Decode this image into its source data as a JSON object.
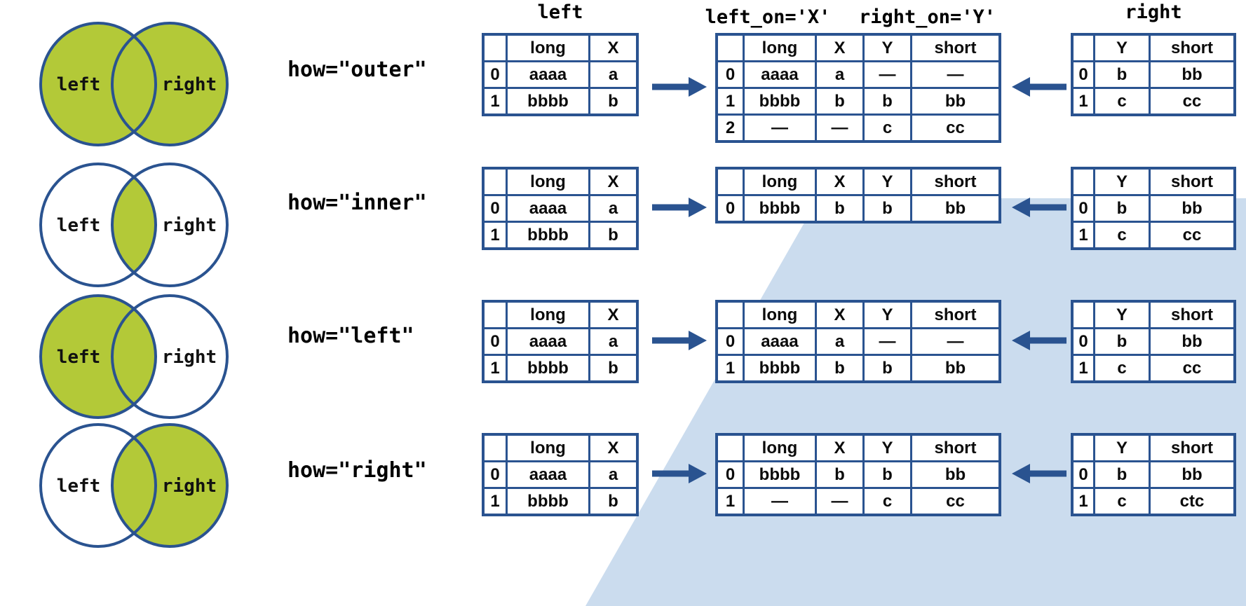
{
  "palette": {
    "navy": "#2a5390",
    "blue": "#5b9ad3",
    "green": "#b3c938",
    "band": "#cbdcee",
    "white": "#ffffff"
  },
  "titles": {
    "left_table": "left",
    "merged_left": "left_on='X'",
    "merged_right": "right_on='Y'",
    "right_table": "right"
  },
  "rows": [
    {
      "label": "how=\"outer\"",
      "venn": {
        "left_label": "left",
        "right_label": "right",
        "left_fill": true,
        "right_fill": true,
        "intersection_fill": true
      },
      "left_table": {
        "headers": [
          "",
          "long",
          "X"
        ],
        "rows": [
          [
            "0",
            "aaaa",
            "a"
          ],
          [
            "1",
            "bbbb",
            "b"
          ]
        ],
        "fills": [
          [
            "white",
            "blue",
            "blue"
          ],
          [
            "white",
            "blue",
            "blue"
          ]
        ]
      },
      "merged_table": {
        "headers": [
          "",
          "long",
          "X",
          "Y",
          "short"
        ],
        "rows": [
          [
            "0",
            "aaaa",
            "a",
            "—",
            "—"
          ],
          [
            "1",
            "bbbb",
            "b",
            "b",
            "bb"
          ],
          [
            "2",
            "—",
            "—",
            "c",
            "cc"
          ]
        ],
        "fills": [
          [
            "white",
            "blue",
            "blue",
            "white",
            "white"
          ],
          [
            "white",
            "blue",
            "blue",
            "green",
            "green"
          ],
          [
            "white",
            "white",
            "white",
            "green",
            "green"
          ]
        ]
      },
      "right_table": {
        "headers": [
          "",
          "Y",
          "short"
        ],
        "rows": [
          [
            "0",
            "b",
            "bb"
          ],
          [
            "1",
            "c",
            "cc"
          ]
        ],
        "fills": [
          [
            "white",
            "green",
            "green"
          ],
          [
            "white",
            "green",
            "green"
          ]
        ]
      }
    },
    {
      "label": "how=\"inner\"",
      "venn": {
        "left_label": "left",
        "right_label": "right",
        "left_fill": false,
        "right_fill": false,
        "intersection_fill": true
      },
      "left_table": {
        "headers": [
          "",
          "long",
          "X"
        ],
        "rows": [
          [
            "0",
            "aaaa",
            "a"
          ],
          [
            "1",
            "bbbb",
            "b"
          ]
        ],
        "fills": [
          [
            "white",
            "blue",
            "blue"
          ],
          [
            "white",
            "blue",
            "blue"
          ]
        ]
      },
      "merged_table": {
        "headers": [
          "",
          "long",
          "X",
          "Y",
          "short"
        ],
        "rows": [
          [
            "0",
            "bbbb",
            "b",
            "b",
            "bb"
          ]
        ],
        "fills": [
          [
            "white",
            "blue",
            "blue",
            "green",
            "green"
          ]
        ]
      },
      "right_table": {
        "headers": [
          "",
          "Y",
          "short"
        ],
        "rows": [
          [
            "0",
            "b",
            "bb"
          ],
          [
            "1",
            "c",
            "cc"
          ]
        ],
        "fills": [
          [
            "white",
            "green",
            "green"
          ],
          [
            "white",
            "green",
            "green"
          ]
        ]
      }
    },
    {
      "label": "how=\"left\"",
      "venn": {
        "left_label": "left",
        "right_label": "right",
        "left_fill": true,
        "right_fill": false,
        "intersection_fill": true
      },
      "left_table": {
        "headers": [
          "",
          "long",
          "X"
        ],
        "rows": [
          [
            "0",
            "aaaa",
            "a"
          ],
          [
            "1",
            "bbbb",
            "b"
          ]
        ],
        "fills": [
          [
            "white",
            "blue",
            "blue"
          ],
          [
            "white",
            "blue",
            "blue"
          ]
        ]
      },
      "merged_table": {
        "headers": [
          "",
          "long",
          "X",
          "Y",
          "short"
        ],
        "rows": [
          [
            "0",
            "aaaa",
            "a",
            "—",
            "—"
          ],
          [
            "1",
            "bbbb",
            "b",
            "b",
            "bb"
          ]
        ],
        "fills": [
          [
            "white",
            "blue",
            "blue",
            "white",
            "white"
          ],
          [
            "white",
            "blue",
            "blue",
            "green",
            "green"
          ]
        ]
      },
      "right_table": {
        "headers": [
          "",
          "Y",
          "short"
        ],
        "rows": [
          [
            "0",
            "b",
            "bb"
          ],
          [
            "1",
            "c",
            "cc"
          ]
        ],
        "fills": [
          [
            "white",
            "green",
            "green"
          ],
          [
            "white",
            "green",
            "green"
          ]
        ]
      }
    },
    {
      "label": "how=\"right\"",
      "venn": {
        "left_label": "left",
        "right_label": "right",
        "left_fill": false,
        "right_fill": true,
        "intersection_fill": true
      },
      "left_table": {
        "headers": [
          "",
          "long",
          "X"
        ],
        "rows": [
          [
            "0",
            "aaaa",
            "a"
          ],
          [
            "1",
            "bbbb",
            "b"
          ]
        ],
        "fills": [
          [
            "white",
            "blue",
            "blue"
          ],
          [
            "white",
            "blue",
            "blue"
          ]
        ]
      },
      "merged_table": {
        "headers": [
          "",
          "long",
          "X",
          "Y",
          "short"
        ],
        "rows": [
          [
            "0",
            "bbbb",
            "b",
            "b",
            "bb"
          ],
          [
            "1",
            "—",
            "—",
            "c",
            "cc"
          ]
        ],
        "fills": [
          [
            "white",
            "blue",
            "blue",
            "green",
            "green"
          ],
          [
            "white",
            "white",
            "white",
            "green",
            "green"
          ]
        ]
      },
      "right_table": {
        "headers": [
          "",
          "Y",
          "short"
        ],
        "rows": [
          [
            "0",
            "b",
            "bb"
          ],
          [
            "1",
            "c",
            "ctc"
          ]
        ],
        "fills": [
          [
            "white",
            "green",
            "green"
          ],
          [
            "white",
            "green",
            "green"
          ]
        ]
      }
    }
  ]
}
